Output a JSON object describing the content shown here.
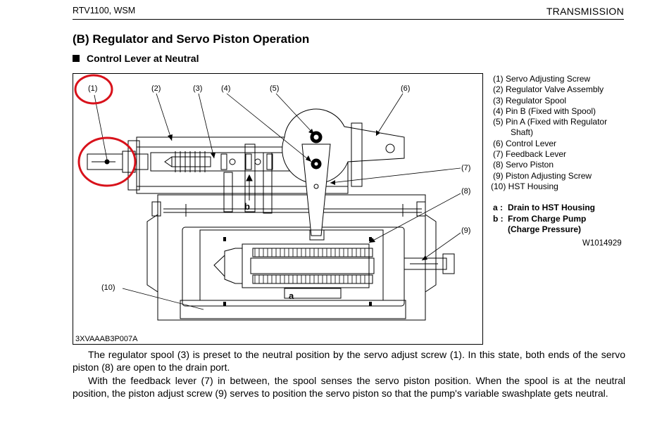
{
  "header": {
    "left": "RTV1100, WSM",
    "right": "TRANSMISSION"
  },
  "section_title": "(B)  Regulator and Servo Piston Operation",
  "subsection_title": "Control Lever at Neutral",
  "figure": {
    "id": "3XVAAAB3P007A",
    "callouts": [
      "(1)",
      "(2)",
      "(3)",
      "(4)",
      "(5)",
      "(6)",
      "(7)",
      "(8)",
      "(9)",
      "(10)"
    ],
    "letters": {
      "a": "a",
      "b": "b"
    },
    "highlight_color": "#d8121b"
  },
  "legend": {
    "items": [
      "(1) Servo Adjusting Screw",
      "(2) Regulator Valve Assembly",
      "(3) Regulator Spool",
      "(4) Pin B (Fixed with Spool)",
      "(5) Pin A (Fixed with Regulator",
      "Shaft)",
      "(6) Control Lever",
      "(7) Feedback Lever",
      "(8) Servo Piston",
      "(9) Piston Adjusting Screw",
      "(10) HST Housing"
    ],
    "notes": [
      {
        "key": "a :",
        "text": "Drain to HST Housing"
      },
      {
        "key": "b :",
        "text": "From Charge Pump"
      },
      {
        "key": "",
        "text": "(Charge Pressure)"
      }
    ],
    "code": "W1014929"
  },
  "body": {
    "p1": "The regulator spool (3) is preset to the neutral position by the servo adjust screw (1).  In this state, both ends of the servo piston (8) are open to the drain port.",
    "p2": "With the feedback lever (7) in between, the spool senses the servo piston position.  When the spool is at the neutral position, the piston adjust screw (9) serves to position the servo piston so that the pump's variable swashplate gets neutral."
  }
}
